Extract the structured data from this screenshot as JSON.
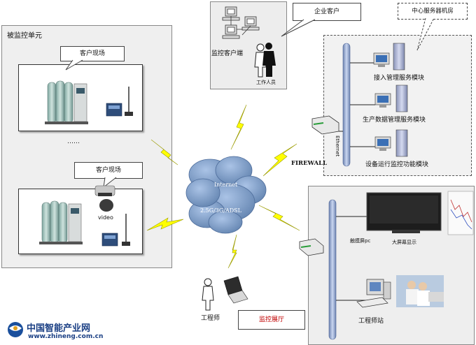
{
  "monitored_unit": {
    "title": "被监控单元"
  },
  "customer_sites": [
    {
      "callout": "客户现场"
    },
    {
      "callout": "客户现场",
      "video_label": "video"
    }
  ],
  "ellipsis": "……",
  "enterprise": {
    "callout": "企业客户",
    "client_label": "监控客户端",
    "staff_label": "工作人员"
  },
  "central": {
    "callout": "中心服务器机房",
    "modules": [
      "接入管理服务模块",
      "生产数据管理服务模块",
      "设备运行监控功能模块"
    ],
    "ethernet_label": "Ethernet"
  },
  "firewall_label": "FIREWALL",
  "cloud": {
    "line1": "Internet",
    "line2": "2.5G/3G/ADSL"
  },
  "hall": {
    "callout": "监控展厅",
    "touch_pc_label": "触摸屏pc",
    "big_screen_label": "大屏幕显示",
    "station_label": "工程师站"
  },
  "engineer_label": "工程师",
  "logo": {
    "name": "中国智能产业网",
    "url": "www.zhineng.com.cn"
  },
  "colors": {
    "cloud": "#6f8fb8",
    "bolt": "#ffff00",
    "ethernet": "#93a9d0"
  }
}
